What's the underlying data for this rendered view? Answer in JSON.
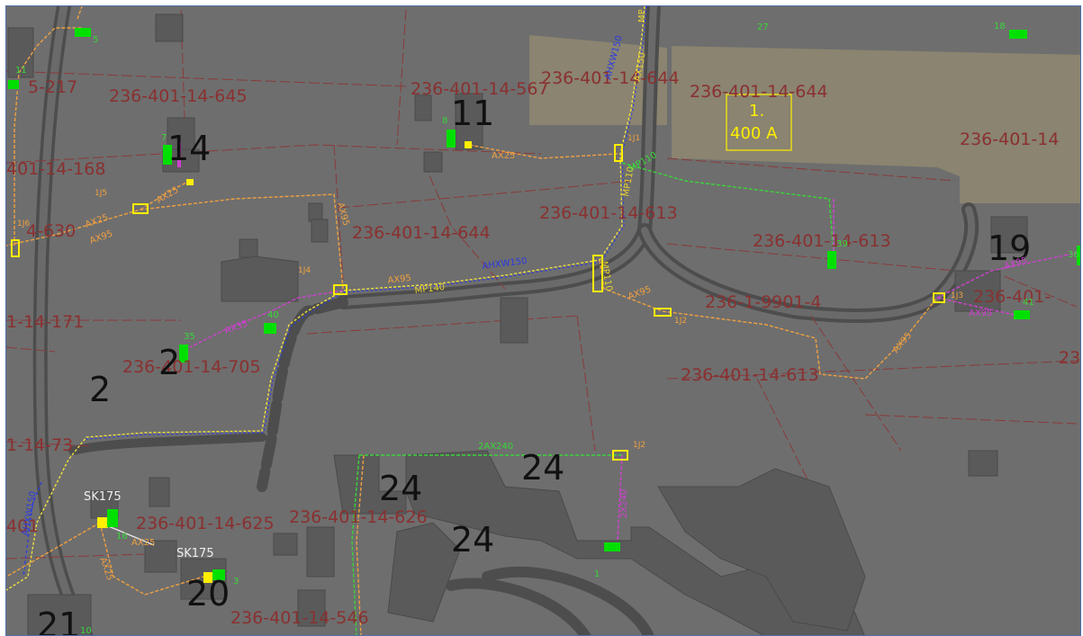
{
  "parcels": [
    {
      "id": "p1",
      "label": "5-217"
    },
    {
      "id": "p2",
      "label": "236-401-14-645"
    },
    {
      "id": "p3",
      "label": "236-401-14-567"
    },
    {
      "id": "p4",
      "label": "236-401-14-644"
    },
    {
      "id": "p5",
      "label": "236-401-14-644"
    },
    {
      "id": "p6",
      "label": "236-401-14"
    },
    {
      "id": "p7",
      "label": "401-14-168"
    },
    {
      "id": "p8",
      "label": "4-630"
    },
    {
      "id": "p9",
      "label": "236-401-14-644"
    },
    {
      "id": "p10",
      "label": "236-401-14-613"
    },
    {
      "id": "p11",
      "label": "236-401-14-613"
    },
    {
      "id": "p12",
      "label": "236-1-9901-4"
    },
    {
      "id": "p13",
      "label": "236-401-"
    },
    {
      "id": "p14",
      "label": "1-14-171"
    },
    {
      "id": "p15",
      "label": "236-401-14-705"
    },
    {
      "id": "p16",
      "label": "236-401-14-613"
    },
    {
      "id": "p17",
      "label": "23"
    },
    {
      "id": "p18",
      "label": "1-14-73"
    },
    {
      "id": "p19",
      "label": "236-401-14-625"
    },
    {
      "id": "p20",
      "label": "236-401-14-626"
    },
    {
      "id": "p21",
      "label": "236-401-14-546"
    },
    {
      "id": "p22",
      "label": "401"
    }
  ],
  "house_numbers": [
    {
      "id": "h14",
      "label": "14"
    },
    {
      "id": "h11",
      "label": "11"
    },
    {
      "id": "h19",
      "label": "19"
    },
    {
      "id": "h2a",
      "label": "2"
    },
    {
      "id": "h2b",
      "label": "2"
    },
    {
      "id": "h24a",
      "label": "24"
    },
    {
      "id": "h24b",
      "label": "24"
    },
    {
      "id": "h24c",
      "label": "24"
    },
    {
      "id": "h20",
      "label": "20"
    },
    {
      "id": "h21",
      "label": "21"
    }
  ],
  "cable_labels": [
    {
      "id": "c1",
      "label": "AHXW150",
      "color": "#2b3be0"
    },
    {
      "id": "c2",
      "label": "AHXW150",
      "color": "#2b3be0"
    },
    {
      "id": "c3",
      "label": "AHXW150",
      "color": "#2b3be0"
    },
    {
      "id": "c4",
      "label": "AX95",
      "color": "#f0a040"
    },
    {
      "id": "c5",
      "label": "AX95",
      "color": "#f0a040"
    },
    {
      "id": "c6",
      "label": "AX95",
      "color": "#f0a040"
    },
    {
      "id": "c7",
      "label": "AX95",
      "color": "#f0a040"
    },
    {
      "id": "c8",
      "label": "AX95",
      "color": "#f0a040"
    },
    {
      "id": "c9",
      "label": "AX25",
      "color": "#f0a040"
    },
    {
      "id": "c10",
      "label": "AX25",
      "color": "#f0a040"
    },
    {
      "id": "c11",
      "label": "AX25",
      "color": "#f0a040"
    },
    {
      "id": "c12",
      "label": "AX25",
      "color": "#f0a040"
    },
    {
      "id": "c13",
      "label": "AX25",
      "color": "#f0a040"
    },
    {
      "id": "c14",
      "label": "MP140",
      "color": "#e8d030"
    },
    {
      "id": "c15",
      "label": "MP110",
      "color": "#e8d030"
    },
    {
      "id": "c16",
      "label": "MP110",
      "color": "#e8d030"
    },
    {
      "id": "c17",
      "label": "MP110",
      "color": "#39d639"
    },
    {
      "id": "c18",
      "label": "AX35",
      "color": "#d040d0"
    },
    {
      "id": "c19",
      "label": "AX95",
      "color": "#d040d0"
    },
    {
      "id": "c20",
      "label": "AX95",
      "color": "#d040d0"
    },
    {
      "id": "c21",
      "label": "2AX240",
      "color": "#39d639"
    },
    {
      "id": "c22",
      "label": "2X240",
      "color": "#d040d0"
    },
    {
      "id": "c23",
      "label": "MP",
      "color": "#e8d030"
    },
    {
      "id": "c24",
      "label": "AX150",
      "color": "#e8d030"
    }
  ],
  "junction_labels": [
    {
      "id": "j1",
      "label": "1J1"
    },
    {
      "id": "j2",
      "label": "1J2"
    },
    {
      "id": "j3",
      "label": "1J3"
    },
    {
      "id": "j4",
      "label": "1J4"
    },
    {
      "id": "j5",
      "label": "1J5"
    },
    {
      "id": "j6",
      "label": "1J6"
    },
    {
      "id": "j7",
      "label": "1J2"
    }
  ],
  "point_labels": [
    {
      "id": "n1",
      "label": "5"
    },
    {
      "id": "n2",
      "label": "11"
    },
    {
      "id": "n3",
      "label": "27"
    },
    {
      "id": "n4",
      "label": "18"
    },
    {
      "id": "n5",
      "label": "7"
    },
    {
      "id": "n6",
      "label": "8"
    },
    {
      "id": "n7",
      "label": "39"
    },
    {
      "id": "n8",
      "label": "35"
    },
    {
      "id": "n9",
      "label": "40"
    },
    {
      "id": "n10",
      "label": "16"
    },
    {
      "id": "n11",
      "label": "3"
    },
    {
      "id": "n12",
      "label": "10"
    },
    {
      "id": "n13",
      "label": "1"
    },
    {
      "id": "n14",
      "label": "41"
    },
    {
      "id": "n15",
      "label": "36"
    }
  ],
  "cabinets": [
    {
      "id": "sk1",
      "label": "SK175"
    },
    {
      "id": "sk2",
      "label": "SK175"
    }
  ],
  "transformer_box": {
    "line1": "1.",
    "line2": "400 A"
  },
  "colors": {
    "background": "#6e6e6e",
    "field": "#8a8470",
    "road": "#555555",
    "building": "#5a5a5a",
    "parcel_text": "#8a3030",
    "parcel_line": "#8a3a3a",
    "cable_orange": "#f0a040",
    "cable_yellow": "#f0e040",
    "cable_blue": "#2b3be0",
    "cable_green": "#39d639",
    "cable_magenta": "#d040d0",
    "meter_green": "#00e000",
    "junction_yellow": "#ffee00",
    "frame_border": "#4f6fa8"
  }
}
